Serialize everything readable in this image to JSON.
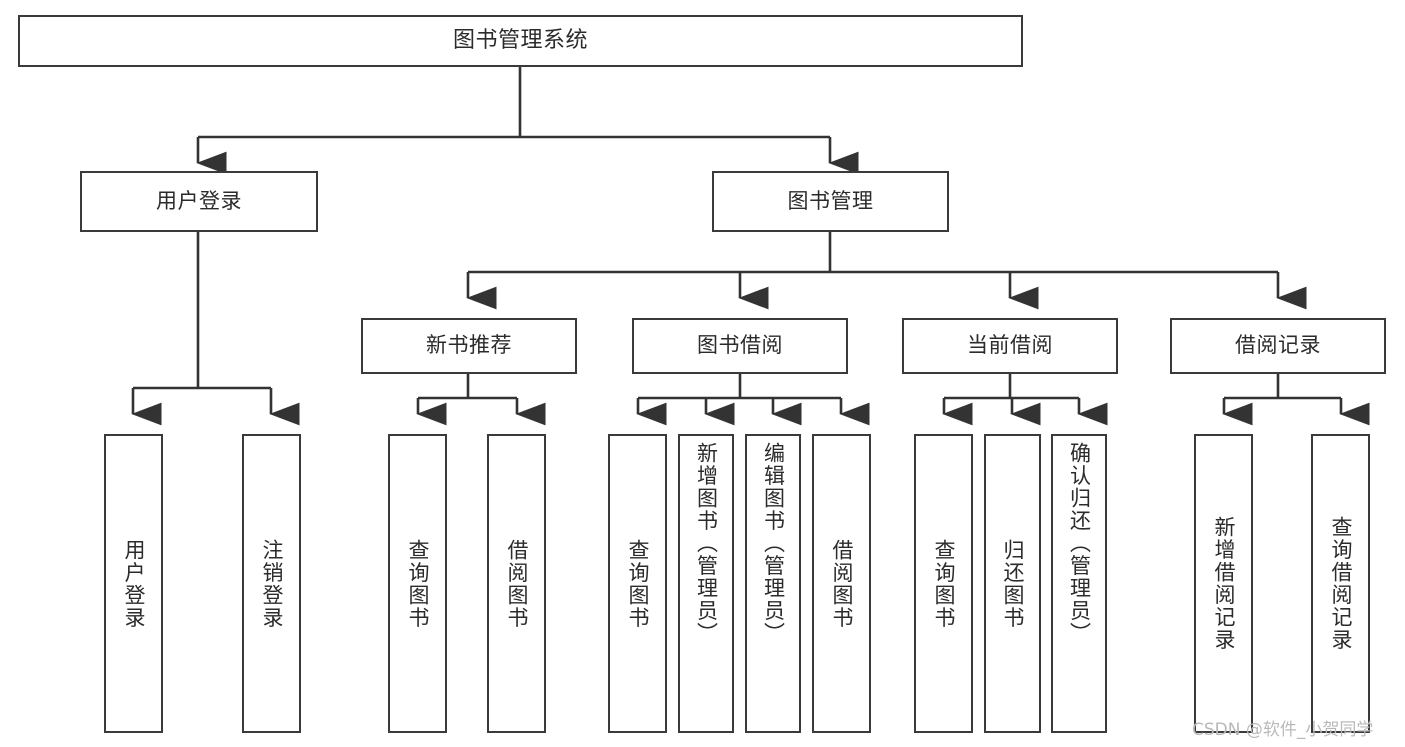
{
  "diagram": {
    "title": "图书管理系统",
    "type": "tree-hierarchy-diagram",
    "colors": {
      "background": "#ffffff",
      "box_border": "#3a3a3a",
      "box_fill": "#ffffff",
      "text": "#2b2b2b",
      "connector": "#333333",
      "watermark": "#b9b9b9"
    },
    "root": {
      "label": "图书管理系统"
    },
    "level2": [
      {
        "id": "user-login",
        "label": "用户登录"
      },
      {
        "id": "book-manage",
        "label": "图书管理"
      }
    ],
    "level3": [
      {
        "id": "new-book-recommend",
        "label": "新书推荐"
      },
      {
        "id": "book-borrow",
        "label": "图书借阅"
      },
      {
        "id": "current-borrow",
        "label": "当前借阅"
      },
      {
        "id": "borrow-record",
        "label": "借阅记录"
      }
    ],
    "leaves": [
      {
        "id": "leaf-user-login",
        "label": "用户登录",
        "parent": "user-login"
      },
      {
        "id": "leaf-logout-login",
        "label": "注销登录",
        "parent": "user-login"
      },
      {
        "id": "leaf-query-book-1",
        "label": "查询图书",
        "parent": "new-book-recommend"
      },
      {
        "id": "leaf-borrow-book-1",
        "label": "借阅图书",
        "parent": "new-book-recommend"
      },
      {
        "id": "leaf-query-book-2",
        "label": "查询图书",
        "parent": "book-borrow"
      },
      {
        "id": "leaf-add-book",
        "label": "新增图书（管理员）",
        "parent": "book-borrow"
      },
      {
        "id": "leaf-edit-book",
        "label": "编辑图书（管理员）",
        "parent": "book-borrow"
      },
      {
        "id": "leaf-borrow-book-2",
        "label": "借阅图书",
        "parent": "book-borrow"
      },
      {
        "id": "leaf-query-book-3",
        "label": "查询图书",
        "parent": "current-borrow"
      },
      {
        "id": "leaf-return-book",
        "label": "归还图书",
        "parent": "current-borrow"
      },
      {
        "id": "leaf-confirm-return",
        "label": "确认归还（管理员）",
        "parent": "current-borrow"
      },
      {
        "id": "leaf-add-record",
        "label": "新增借阅记录",
        "parent": "borrow-record"
      },
      {
        "id": "leaf-query-record",
        "label": "查询借阅记录",
        "parent": "borrow-record"
      }
    ],
    "watermark": "CSDN @软件_小贺同学"
  }
}
